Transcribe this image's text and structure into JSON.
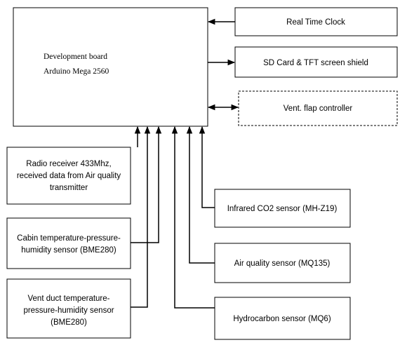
{
  "board": {
    "line1": "Development board",
    "line2": "Arduino Mega 2560"
  },
  "outputs": {
    "rtc": "Real Time Clock",
    "sd": "SD Card & TFT screen shield",
    "vent": "Vent. flap controller"
  },
  "sensors_left": {
    "radio": [
      "Radio receiver 433Mhz,",
      "received data from Air quality",
      "transmitter"
    ],
    "cabin": [
      "Cabin temperature-pressure-",
      "humidity sensor (BME280)"
    ],
    "duct": [
      "Vent duct temperature-",
      "pressure-humidity sensor",
      "(BME280)"
    ]
  },
  "sensors_right": {
    "co2": "Infrared CO2 sensor (MH-Z19)",
    "mq135": "Air quality sensor (MQ135)",
    "mq6": "Hydrocarbon sensor (MQ6)"
  }
}
